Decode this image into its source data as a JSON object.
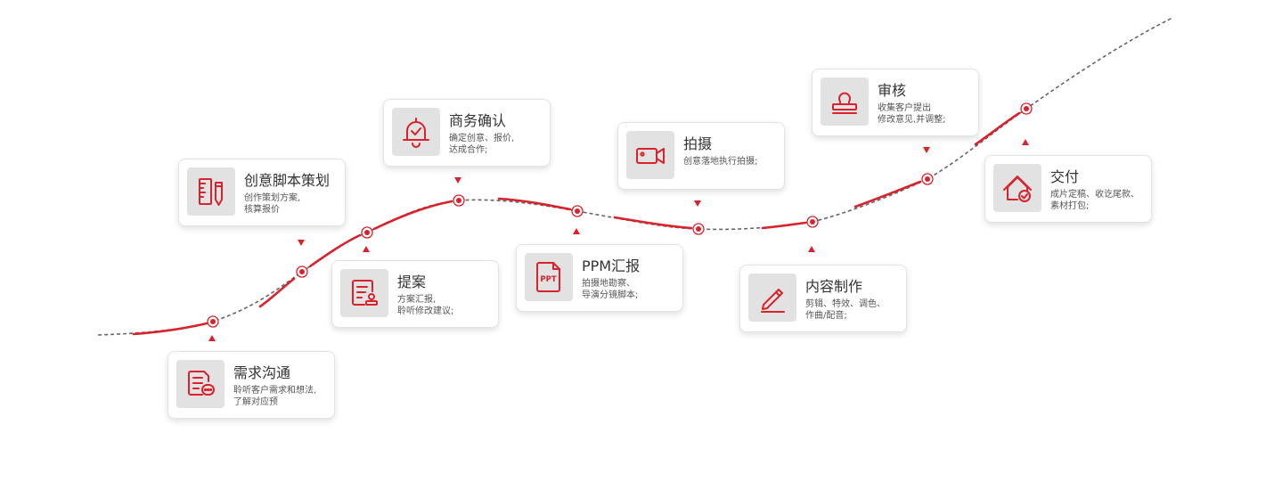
{
  "accent_color": "#d9222b",
  "steps": [
    {
      "title": "需求沟通",
      "desc": [
        "聆听客户需求和想法,",
        "了解对应预"
      ],
      "icon": "chat-document-icon"
    },
    {
      "title": "创意脚本策划",
      "desc": [
        "创作策划方案,",
        "核算报价"
      ],
      "icon": "ruler-pencil-icon"
    },
    {
      "title": "提案",
      "desc": [
        "方案汇报,",
        "聆听修改建议;"
      ],
      "icon": "document-stamp-icon"
    },
    {
      "title": "商务确认",
      "desc": [
        "确定创意、报价,",
        "达成合作;"
      ],
      "icon": "bell-check-icon"
    },
    {
      "title": "PPM汇报",
      "desc": [
        "拍摄地勘察、",
        "导演分镜脚本;"
      ],
      "icon": "ppt-file-icon",
      "icon_text": "PPT"
    },
    {
      "title": "拍摄",
      "desc": [
        "创意落地执行拍摄;"
      ],
      "icon": "video-camera-icon"
    },
    {
      "title": "内容制作",
      "desc": [
        "剪辑、特效、调色、",
        "作曲/配音;"
      ],
      "icon": "pencil-icon"
    },
    {
      "title": "审核",
      "desc": [
        "收集客户提出",
        "修改意见,并调整;"
      ],
      "icon": "stamp-icon"
    },
    {
      "title": "交付",
      "desc": [
        "成片定稿、收讫尾款、",
        "素材打包;"
      ],
      "icon": "house-check-icon"
    }
  ]
}
